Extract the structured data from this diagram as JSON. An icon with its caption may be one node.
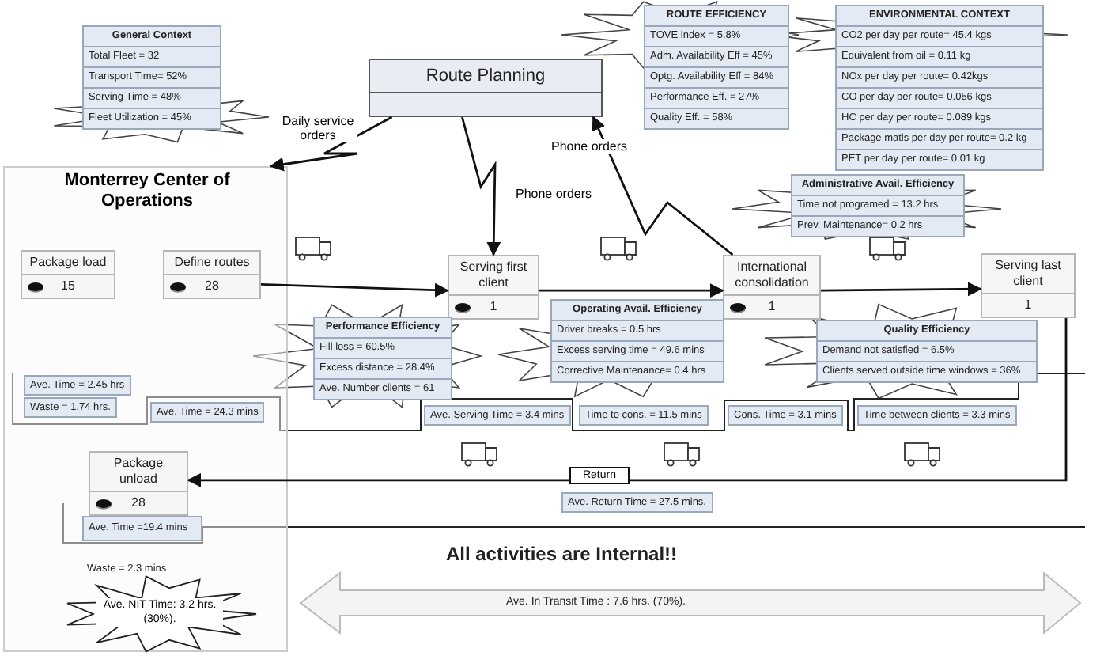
{
  "diagram": {
    "nodes": [
      {
        "text": [
          "General Context",
          "Total Fleet = 32",
          "Transport Time= 52%",
          "Serving Time = 48%",
          "Fleet Utilization = 45%"
        ]
      },
      {
        "text": [
          "Route Planning"
        ]
      },
      {
        "text": [
          "ROUTE EFFICIENCY",
          "TOVE index = 5.8%",
          "Adm. Availability Eff = 45%",
          "Optg. Availability Eff = 84%",
          "Performance Eff. = 27%",
          "Quality Eff. = 58%"
        ]
      },
      {
        "text": [
          "ENVIRONMENTAL CONTEXT",
          "CO2 per day per route= 45.4 kgs",
          "Equivalent from oil = 0.11 kg",
          "NOx per day per route= 0.42kgs",
          "CO per day per route= 0.056 kgs",
          "HC per day per route= 0.089 kgs",
          "Package matls per day per route= 0.2 kg",
          "PET per day per route= 0.01 kg"
        ]
      },
      {
        "text": [
          "Monterrey Center of Operations"
        ]
      },
      {
        "text": [
          "Package load",
          "15"
        ],
        "in": 4
      },
      {
        "text": [
          "Define routes",
          "28"
        ],
        "in": 4
      },
      {
        "text": [
          "Serving first client",
          "1"
        ]
      },
      {
        "text": [
          "International consolidation",
          "1"
        ]
      },
      {
        "text": [
          "Serving last client",
          "1"
        ]
      },
      {
        "text": [
          "Administrative Avail. Efficiency",
          "Time not programed = 13.2 hrs",
          "Prev. Maintenance= 0.2 hrs"
        ]
      },
      {
        "text": [
          "Performance Efficiency",
          "Fill loss = 60.5%",
          "Excess distance = 28.4%",
          "Ave. Number clients = 61"
        ]
      },
      {
        "text": [
          "Operating Avail. Efficiency",
          "Driver breaks = 0.5 hrs",
          "Excess serving time = 49.6 mins",
          "Corrective Maintenance= 0.4 hrs"
        ]
      },
      {
        "text": [
          "Quality Efficiency",
          "Demand not satisfied = 6.5%",
          "Clients served outside time windows = 36%"
        ]
      },
      {
        "text": [
          "Package unload",
          "28"
        ],
        "in": 4
      },
      {
        "text": [
          "Ave. NIT Time: 3.2 hrs. (30%)."
        ],
        "in": 4
      }
    ],
    "edges": [
      {
        "from": 1,
        "to": 4,
        "arrow": "to",
        "label": "Daily service orders"
      },
      {
        "from": 1,
        "to": 7,
        "arrow": "to",
        "label": "Phone orders"
      },
      {
        "from": 8,
        "to": 1,
        "arrow": "to",
        "label": "Phone orders"
      },
      {
        "from": 6,
        "to": 7,
        "arrow": "to"
      },
      {
        "from": 7,
        "to": 8,
        "arrow": "to"
      },
      {
        "from": 8,
        "to": 9,
        "arrow": "to"
      },
      {
        "from": 9,
        "to": 14,
        "arrow": "to",
        "label": "Return"
      }
    ],
    "labels": [
      "Ave. Time = 2.45 hrs",
      "Waste = 1.74 hrs.",
      "Ave. Time = 24.3 mins",
      "Ave. Serving Time = 3.4 mins",
      "Time to cons. = 11.5 mins",
      "Cons. Time = 3.1 mins",
      "Time between clients = 3.3 mins",
      "Ave. Return Time = 27.5 mins.",
      "Ave. Time =19.4 mins",
      "Waste = 2.3 mins",
      "All activities are Internal!!",
      "Ave. In Transit Time : 7.6 hrs. (70%)."
    ]
  }
}
